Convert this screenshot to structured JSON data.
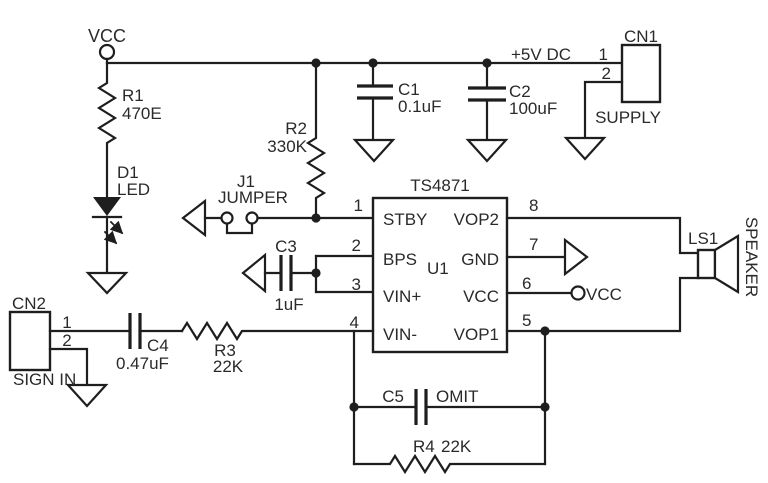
{
  "schematic": {
    "colors": {
      "ink": "#1e1e1e",
      "background": "#ffffff"
    },
    "power": {
      "vcc_terminal": "VCC",
      "rail_label": "+5V DC",
      "pin6_net": "VCC"
    },
    "u1": {
      "part": "TS4871",
      "ref": "U1"
    },
    "u1_pins": {
      "p1": {
        "num": "1",
        "name": "STBY"
      },
      "p2": {
        "num": "2",
        "name": "BPS"
      },
      "p3": {
        "num": "3",
        "name": "VIN+"
      },
      "p4": {
        "num": "4",
        "name": "VIN-"
      },
      "p5": {
        "num": "5",
        "name": "VOP1"
      },
      "p6": {
        "num": "6",
        "name": "VCC"
      },
      "p7": {
        "num": "7",
        "name": "GND"
      },
      "p8": {
        "num": "8",
        "name": "VOP2"
      }
    },
    "r1": {
      "ref": "R1",
      "value": "470E"
    },
    "r2": {
      "ref": "R2",
      "value": "330K"
    },
    "r3": {
      "ref": "R3",
      "value": "22K"
    },
    "r4": {
      "ref": "R4",
      "value": "22K"
    },
    "c1": {
      "ref": "C1",
      "value": "0.1uF"
    },
    "c2": {
      "ref": "C2",
      "value": "100uF"
    },
    "c3": {
      "ref": "C3",
      "value": "1uF"
    },
    "c4": {
      "ref": "C4",
      "value": "0.47uF"
    },
    "c5": {
      "ref": "C5",
      "value": "OMIT"
    },
    "d1": {
      "ref": "D1",
      "value": "LED"
    },
    "j1": {
      "ref": "J1",
      "value": "JUMPER"
    },
    "ls1": {
      "ref": "LS1",
      "value": "SPEAKER"
    },
    "cn1": {
      "ref": "CN1",
      "label": "SUPPLY",
      "pin1": "1",
      "pin2": "2"
    },
    "cn2": {
      "ref": "CN2",
      "label": "SIGN IN",
      "pin1": "1",
      "pin2": "2"
    }
  }
}
